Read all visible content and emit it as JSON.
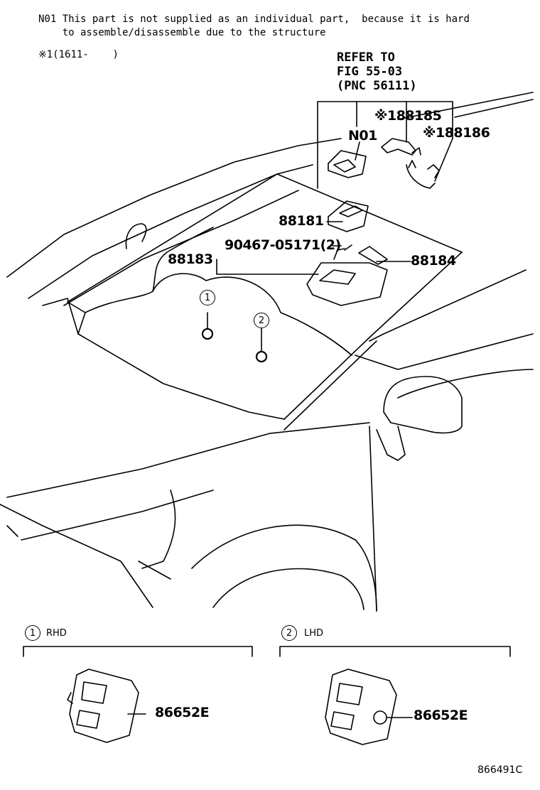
{
  "notes": {
    "n01_line1": "N01 This part is not supplied as an individual part,  because it is hard",
    "n01_line2": "    to assemble/disassemble due to the structure",
    "footnote1": "※1(1611-    )"
  },
  "refer": {
    "line1": "REFER TO",
    "line2": "FIG 55-03",
    "line3": "(PNC 56111)"
  },
  "callouts": {
    "c88185": "※188185",
    "cN01": "N01",
    "c88186": "※188186",
    "c88181": "88181",
    "c90467": "90467-05171(2)",
    "c88183": "88183",
    "c88184": "88184"
  },
  "markers": {
    "m1": "1",
    "m2": "2"
  },
  "variants": [
    {
      "num": "1",
      "label": "RHD",
      "part": "86652E"
    },
    {
      "num": "2",
      "label": "LHD",
      "part": "86652E"
    }
  ],
  "figure_id": "866491C"
}
